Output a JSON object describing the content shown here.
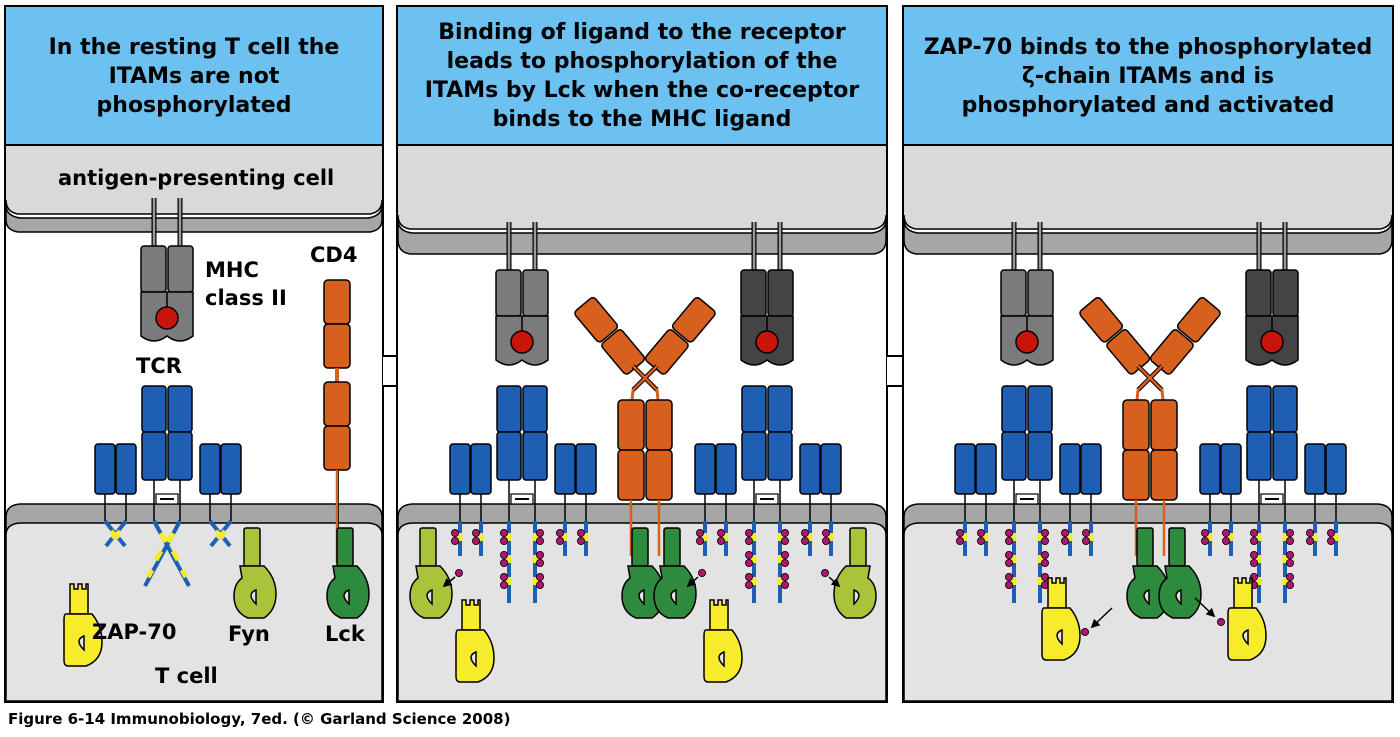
{
  "panels": [
    {
      "title_lines": [
        "In the resting T cell the",
        "ITAMs are not",
        "phosphorylated"
      ]
    },
    {
      "title_lines": [
        "Binding of ligand to the receptor",
        "leads to phosphorylation of the",
        "ITAMs by Lck when the co-receptor",
        "binds to the MHC ligand"
      ]
    },
    {
      "title_lines": [
        "ZAP-70 binds to the phosphorylated",
        "ζ-chain ITAMs and is",
        "phosphorylated and activated"
      ]
    }
  ],
  "labels": {
    "apc": "antigen-presenting cell",
    "mhc_line1": "MHC",
    "mhc_line2": "class II",
    "cd4": "CD4",
    "tcr": "TCR",
    "zap70": "ZAP-70",
    "fyn": "Fyn",
    "lck": "Lck",
    "tcell": "T cell"
  },
  "caption": "Figure 6-14  Immunobiology, 7ed. (© Garland Science 2008)",
  "colors": {
    "header_bg": "#6cc1f1",
    "apc_bg": "#d9d9d9",
    "tcell_bg": "#e3e3e3",
    "membrane": "#a6a6a6",
    "tcr_blue": "#1f5fb3",
    "cd4_orange": "#d8601e",
    "mhc_grey": "#7b7b7b",
    "mhc_dark": "#444444",
    "peptide_red": "#c8140a",
    "zap70_yellow": "#f6ec2b",
    "fyn_green": "#a9c43a",
    "lck_green": "#2e8a3c",
    "phosphate": "#b0166e"
  }
}
